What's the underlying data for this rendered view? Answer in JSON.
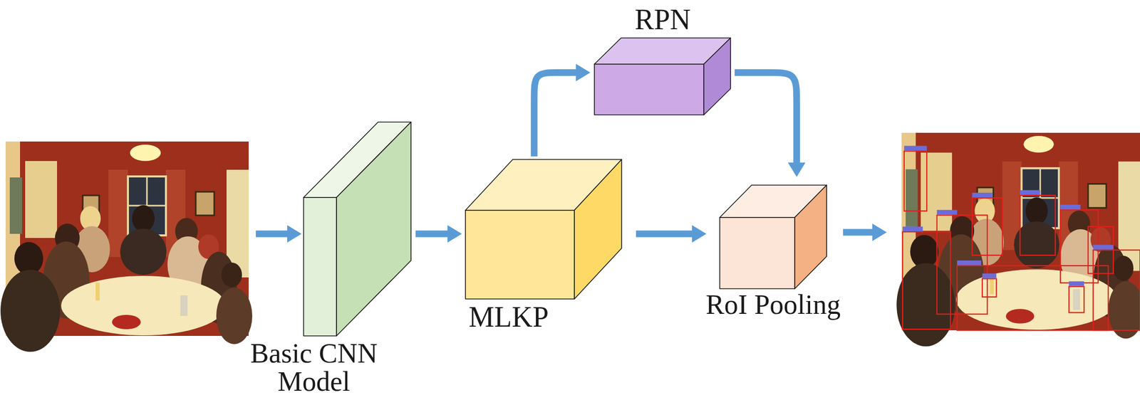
{
  "diagram": {
    "nodes": [
      {
        "text": [
          "Basic CNN Model"
        ]
      },
      {
        "text": [
          "MLKP"
        ]
      },
      {
        "text": [
          "RPN"
        ]
      },
      {
        "text": [
          "RoI Pooling"
        ]
      }
    ],
    "edges": [
      {
        "from": 0,
        "to": 1,
        "arrow": "to"
      },
      {
        "from": 1,
        "to": 2,
        "arrow": "to"
      },
      {
        "from": 2,
        "to": 3,
        "arrow": "to"
      },
      {
        "from": 1,
        "to": 3,
        "arrow": "to"
      }
    ]
  }
}
